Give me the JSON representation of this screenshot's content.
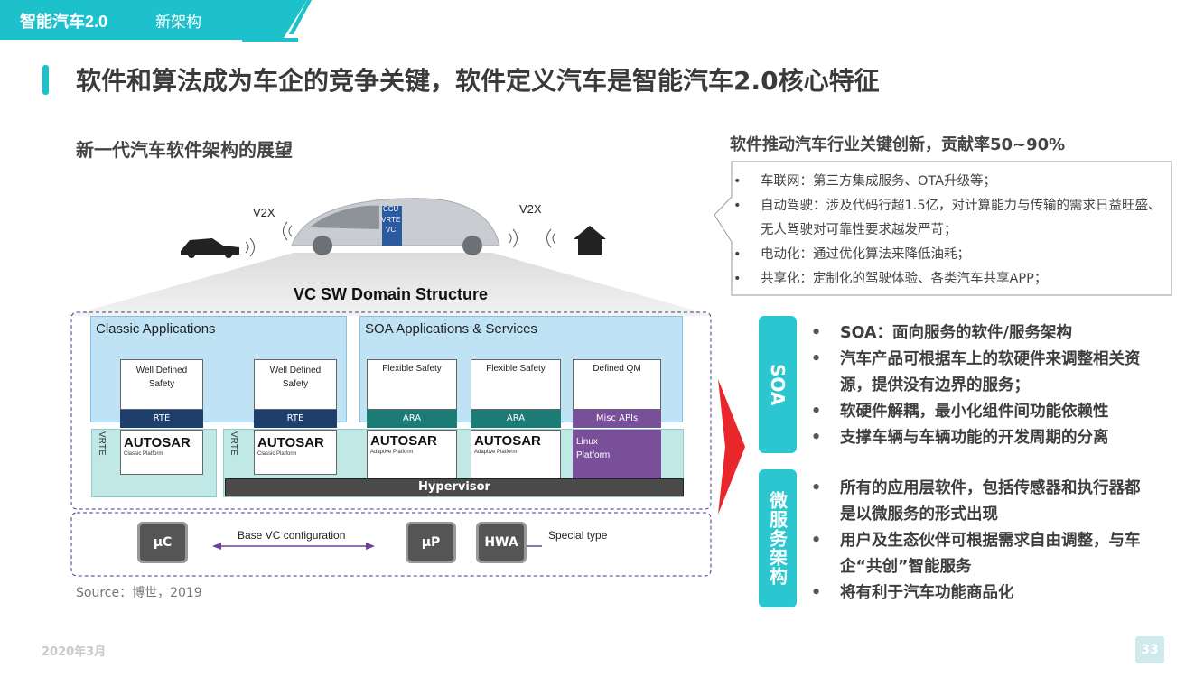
{
  "header": {
    "brand": "智能汽车2.0",
    "section": "新架构"
  },
  "title": "软件和算法成为车企的竞争关键，软件定义汽车是智能汽车2.0核心特征",
  "left_subtitle": "新一代汽车软件架构的展望",
  "right_subtitle": "软件推动汽车行业关键创新，贡献率50~90%",
  "callout_items": [
    "车联网：第三方集成服务、OTA升级等；",
    "自动驾驶：涉及代码行超1.5亿，对计算能力与传输的需求日益旺盛、无人驾驶对可靠性要求越发严苛；",
    "电动化：通过优化算法来降低油耗；",
    "共享化：定制化的驾驶体验、各类汽车共享APP；"
  ],
  "diagram": {
    "v2x_left": "V2X",
    "v2x_right": "V2X",
    "car_labels": [
      "CCU",
      "VRTE",
      "VC"
    ],
    "domain_title": "VC SW Domain Structure",
    "classic_apps": "Classic Applications",
    "soa_apps": "SOA Applications & Services",
    "apps": [
      {
        "name": "Well Defined Safety",
        "runtime": "RTE",
        "platform": "AUTOSAR",
        "platform_sub": "Classic Platform"
      },
      {
        "name": "Well Defined Safety",
        "runtime": "RTE",
        "platform": "AUTOSAR",
        "platform_sub": "Classic Platform"
      },
      {
        "name": "Flexible Safety",
        "runtime": "ARA",
        "platform": "AUTOSAR",
        "platform_sub": "Adaptive Platform"
      },
      {
        "name": "Flexible Safety",
        "runtime": "ARA",
        "platform": "AUTOSAR",
        "platform_sub": "Adaptive Platform"
      },
      {
        "name": "Defined QM",
        "runtime": "Misc APIs",
        "platform": "Linux Platform",
        "platform_sub": ""
      }
    ],
    "vrte": "VRTE",
    "hypervisor": "Hypervisor",
    "chips": [
      "µC",
      "µP",
      "HWA"
    ],
    "base_config": "Base VC configuration",
    "special_type": "Special type"
  },
  "soa": {
    "label": "SOA",
    "items": [
      "SOA：面向服务的软件/服务架构",
      "汽车产品可根据车上的软硬件来调整相关资源，提供没有边界的服务；",
      "软硬件解耦，最小化组件间功能依赖性",
      "支撑车辆与车辆功能的开发周期的分离"
    ]
  },
  "micro": {
    "label": "微服务架构",
    "items": [
      "所有的应用层软件，包括传感器和执行器都是以微服务的形式出现",
      "用户及生态伙伴可根据需求自由调整，与车企“共创”智能服务",
      "将有利于汽车功能商品化"
    ]
  },
  "source": "Source：博世，2019",
  "footer_date": "2020年3月",
  "page_number": "33",
  "colors": {
    "accent": "#1dc1cc",
    "arrow_red": "#e8262c",
    "app_blue": "#bfe2f5",
    "autosar_teal": "#bfe8e6",
    "runtime_navy": "#1e3e6c",
    "adaptive_green": "#1c7b74",
    "linux_purple": "#7a4f9a"
  }
}
